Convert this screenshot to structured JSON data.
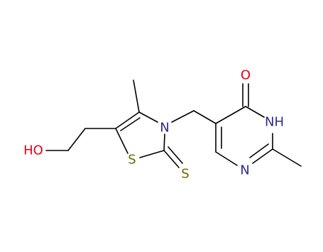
{
  "diagram": {
    "atom_labels": {
      "oxygen_carbonyl": "O",
      "nh_ring": "NH",
      "h_of_nh": "H",
      "n_pyrimidine": "N",
      "n_thiazole": "N",
      "s_ring": "S",
      "s_thione": "S",
      "hydroxyl": "HO"
    },
    "colors": {
      "oxygen": "#e8001c",
      "nitrogen": "#2d2a8f",
      "sulfur": "#6b6b00",
      "bond": "#000000"
    }
  }
}
